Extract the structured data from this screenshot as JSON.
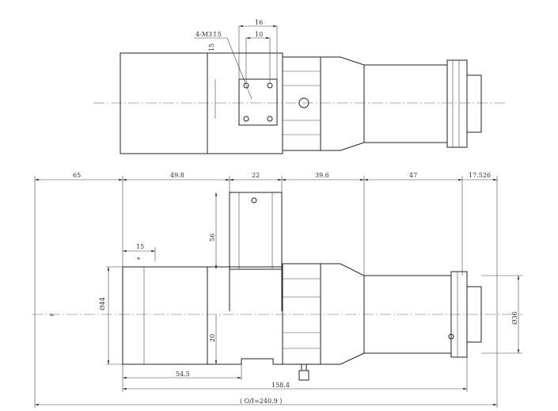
{
  "top_view": {
    "dim_16": "16",
    "dim_10": "10",
    "dim_15": "15",
    "thread_note": "4-M3↧5"
  },
  "side_view": {
    "top_dims": [
      "65",
      "49.8",
      "22",
      "39.6",
      "47",
      "17.526"
    ],
    "dim_56": "56",
    "dim_20": "20",
    "dim_15": "15",
    "mark": "*",
    "dia_44": "Ø44",
    "dia_36": "Ø36",
    "dim_54_5": "54.5",
    "dim_158_4": "158.4",
    "overall": "( O/I=240.9 )",
    "break_mark": "≈"
  }
}
